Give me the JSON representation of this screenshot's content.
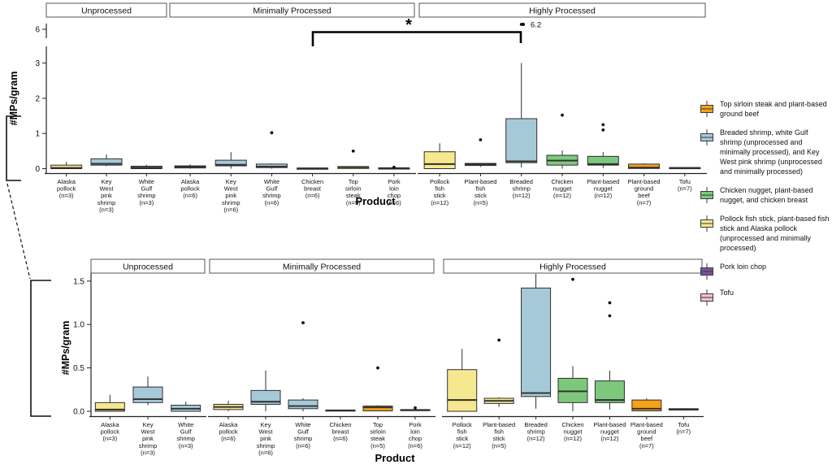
{
  "figure": {
    "description": "Two-panel box plot figure of microplastic counts per gram across food products grouped by processing level; lower panel is a zoomed view (0 to 1.5) of the upper panel.",
    "ylabel": "#MPs/gram",
    "xlabel": "Product"
  },
  "chart_data": {
    "type": "boxplot",
    "facets": [
      "Unprocessed",
      "Minimally Processed",
      "Highly Processed"
    ],
    "xlabel": "Product",
    "ylabel": "#MPs/gram",
    "panels": [
      {
        "name": "full-scale",
        "axis_break": true,
        "ylim": [
          0,
          6.4
        ],
        "yticks": [
          {
            "v": 0,
            "label": "0"
          },
          {
            "v": 1,
            "label": "1"
          },
          {
            "v": 2,
            "label": "2"
          },
          {
            "v": 3,
            "label": "3"
          },
          {
            "v": 6,
            "label": "6"
          }
        ]
      },
      {
        "name": "zoomed",
        "axis_break": false,
        "ylim": [
          0,
          1.55
        ],
        "yticks": [
          {
            "v": 0,
            "label": "0.0"
          },
          {
            "v": 0.5,
            "label": "0.5"
          },
          {
            "v": 1,
            "label": "1.0"
          },
          {
            "v": 1.5,
            "label": "1.5"
          }
        ]
      }
    ],
    "significance": {
      "symbol": "*",
      "between": [
        "Chicken breast (n=6)",
        "Breaded shrimp (n=12)"
      ]
    },
    "outlier_annotation": {
      "label": "6.2",
      "value": 6.2,
      "product": "Breaded shrimp (n=12)"
    },
    "colors": {
      "yellow": "#F6E88F",
      "blue": "#A6C9D8",
      "green": "#7DC87D",
      "orange": "#F5A11B",
      "purple": "#7B52A0",
      "pink": "#F5BDC9",
      "box_border": "#2E2E2E",
      "axis": "#222222"
    },
    "products": [
      {
        "facet": 0,
        "col": 0,
        "label": "Alaska pollock (n=3)",
        "lines": [
          "Alaska",
          "pollock",
          "(n=3)"
        ],
        "n": 3,
        "color": "yellow",
        "stats": {
          "lo": 0.0,
          "q1": 0.0,
          "med": 0.02,
          "q3": 0.1,
          "hi": 0.19
        },
        "outliers": []
      },
      {
        "facet": 0,
        "col": 1,
        "label": "Key West pink shrimp (n=3)",
        "lines": [
          "Key",
          "West",
          "pink",
          "shrimp",
          "(n=3)"
        ],
        "n": 3,
        "color": "blue",
        "stats": {
          "lo": 0.07,
          "q1": 0.1,
          "med": 0.14,
          "q3": 0.28,
          "hi": 0.4
        },
        "outliers": []
      },
      {
        "facet": 0,
        "col": 2,
        "label": "White Gulf shrimp (n=3)",
        "lines": [
          "White",
          "Gulf",
          "shrimp",
          "(n=3)"
        ],
        "n": 3,
        "color": "blue",
        "stats": {
          "lo": 0.0,
          "q1": 0.0,
          "med": 0.03,
          "q3": 0.07,
          "hi": 0.11
        },
        "outliers": []
      },
      {
        "facet": 1,
        "col": 0,
        "label": "Alaska pollock (n=6)",
        "lines": [
          "Alaska",
          "pollock",
          "(n=6)"
        ],
        "n": 6,
        "color": "yellow",
        "stats": {
          "lo": 0.0,
          "q1": 0.02,
          "med": 0.05,
          "q3": 0.08,
          "hi": 0.12
        },
        "outliers": []
      },
      {
        "facet": 1,
        "col": 1,
        "label": "Key West pink shrimp (n=6)",
        "lines": [
          "Key",
          "West",
          "pink",
          "shrimp",
          "(n=6)"
        ],
        "n": 6,
        "color": "blue",
        "stats": {
          "lo": 0.0,
          "q1": 0.08,
          "med": 0.11,
          "q3": 0.24,
          "hi": 0.47
        },
        "outliers": []
      },
      {
        "facet": 1,
        "col": 2,
        "label": "White Gulf shrimp (n=6)",
        "lines": [
          "White",
          "Gulf",
          "shrimp",
          "(n=6)"
        ],
        "n": 6,
        "color": "blue",
        "stats": {
          "lo": 0.0,
          "q1": 0.03,
          "med": 0.06,
          "q3": 0.13,
          "hi": 0.15
        },
        "outliers": [
          1.02
        ]
      },
      {
        "facet": 1,
        "col": 3,
        "label": "Chicken breast (n=6)",
        "lines": [
          "Chicken",
          "breast",
          "(n=6)"
        ],
        "n": 6,
        "color": "green",
        "stats": {
          "lo": 0.0,
          "q1": 0.005,
          "med": 0.01,
          "q3": 0.015,
          "hi": 0.02
        },
        "outliers": []
      },
      {
        "facet": 1,
        "col": 4,
        "label": "Top sirloin steak (n=5)",
        "lines": [
          "Top",
          "sirloin",
          "steak",
          "(n=5)"
        ],
        "n": 5,
        "color": "orange",
        "stats": {
          "lo": 0.0,
          "q1": 0.005,
          "med": 0.045,
          "q3": 0.06,
          "hi": 0.07
        },
        "outliers": [
          0.5
        ]
      },
      {
        "facet": 1,
        "col": 5,
        "label": "Pork loin chop (n=6)",
        "lines": [
          "Pork",
          "loin",
          "chop",
          "(n=6)"
        ],
        "n": 6,
        "color": "purple",
        "stats": {
          "lo": 0.005,
          "q1": 0.01,
          "med": 0.015,
          "q3": 0.02,
          "hi": 0.025
        },
        "outliers": [
          0.04
        ]
      },
      {
        "facet": 2,
        "col": 0,
        "label": "Pollock fish stick (n=12)",
        "lines": [
          "Pollock",
          "fish",
          "stick",
          "(n=12)"
        ],
        "n": 12,
        "color": "yellow",
        "stats": {
          "lo": 0.0,
          "q1": 0.0,
          "med": 0.13,
          "q3": 0.48,
          "hi": 0.72
        },
        "outliers": []
      },
      {
        "facet": 2,
        "col": 1,
        "label": "Plant-based fish stick (n=5)",
        "lines": [
          "Plant-based",
          "fish",
          "stick",
          "(n=5)"
        ],
        "n": 5,
        "color": "yellow",
        "stats": {
          "lo": 0.05,
          "q1": 0.09,
          "med": 0.12,
          "q3": 0.15,
          "hi": 0.16
        },
        "outliers": [
          0.82
        ]
      },
      {
        "facet": 2,
        "col": 2,
        "label": "Breaded shrimp (n=12)",
        "lines": [
          "Breaded",
          "shrimp",
          "(n=12)"
        ],
        "n": 12,
        "color": "blue",
        "stats": {
          "lo": 0.03,
          "q1": 0.17,
          "med": 0.21,
          "q3": 1.42,
          "hi": 3.0
        },
        "outliers": [
          6.2
        ]
      },
      {
        "facet": 2,
        "col": 3,
        "label": "Chicken nugget (n=12)",
        "lines": [
          "Chicken",
          "nugget",
          "(n=12)"
        ],
        "n": 12,
        "color": "green",
        "stats": {
          "lo": 0.0,
          "q1": 0.1,
          "med": 0.23,
          "q3": 0.38,
          "hi": 0.52
        },
        "outliers": [
          1.52
        ]
      },
      {
        "facet": 2,
        "col": 4,
        "label": "Plant-based nugget (n=12)",
        "lines": [
          "Plant-based",
          "nugget",
          "(n=12)"
        ],
        "n": 12,
        "color": "green",
        "stats": {
          "lo": 0.02,
          "q1": 0.1,
          "med": 0.13,
          "q3": 0.35,
          "hi": 0.47
        },
        "outliers": [
          1.1,
          1.25
        ]
      },
      {
        "facet": 2,
        "col": 5,
        "label": "Plant-based ground beef (n=7)",
        "lines": [
          "Plant-based",
          "ground",
          "beef",
          "(n=7)"
        ],
        "n": 7,
        "color": "orange",
        "stats": {
          "lo": 0.0,
          "q1": 0.005,
          "med": 0.03,
          "q3": 0.13,
          "hi": 0.15
        },
        "outliers": []
      },
      {
        "facet": 2,
        "col": 6,
        "label": "Tofu (n=7)",
        "lines": [
          "Tofu",
          "(n=7)"
        ],
        "n": 7,
        "color": "pink",
        "stats": {
          "lo": 0.01,
          "q1": 0.015,
          "med": 0.02,
          "q3": 0.03,
          "hi": 0.035
        },
        "outliers": []
      }
    ],
    "legend": [
      {
        "color": "orange",
        "text": "Top sirloin steak and plant-based ground beef"
      },
      {
        "color": "blue",
        "text": "Breaded shrimp, white Gulf shrimp (unprocessed and minimally processed), and Key West pink shrimp (unprocessed and minimally processed)"
      },
      {
        "color": "green",
        "text": "Chicken nugget, plant-based nugget, and chicken breast"
      },
      {
        "color": "yellow",
        "text": "Pollock fish stick, plant-based fish stick and Alaska pollock (unprocessed and minimally processed)"
      },
      {
        "color": "purple",
        "text": "Pork loin chop"
      },
      {
        "color": "pink",
        "text": "Tofu"
      }
    ]
  }
}
